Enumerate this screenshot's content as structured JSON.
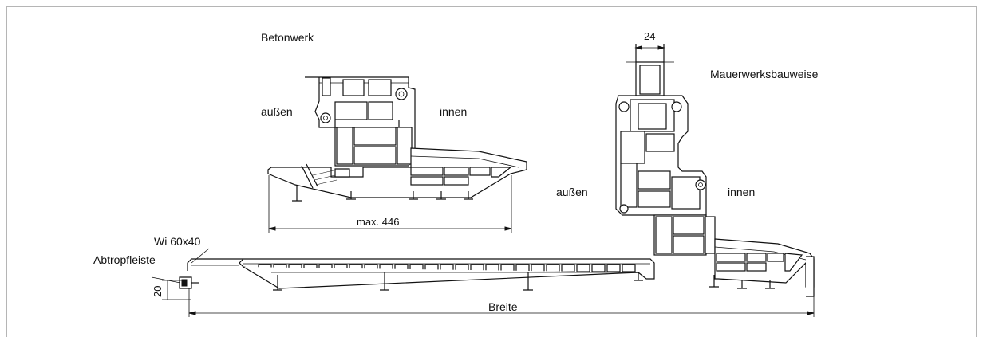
{
  "labels": {
    "betonwerk": "Betonwerk",
    "mauerwerk": "Mauerwerksbauweise",
    "aussen_top": "außen",
    "innen_top": "innen",
    "aussen_right": "außen",
    "innen_right": "innen",
    "wi": "Wi 60x40",
    "abtropf": "Abtropfleiste"
  },
  "dimensions": {
    "max": "max. 446",
    "width_24": "24",
    "height_20": "20",
    "breite": "Breite"
  }
}
